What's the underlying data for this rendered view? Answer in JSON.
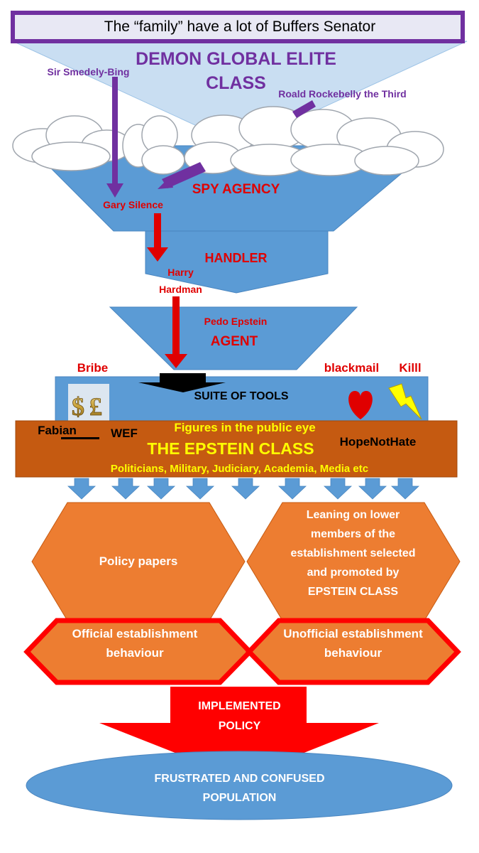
{
  "banner": {
    "text": "The “family” have a lot of Buffers Senator"
  },
  "elite": {
    "title": "DEMON GLOBAL ELITE CLASS",
    "person_left": "Sir Smedely-Bing",
    "person_right": "Roald Rockebelly the Third"
  },
  "spy": {
    "label": "SPY AGENCY",
    "person": "Gary Silence"
  },
  "handler": {
    "label": "HANDLER",
    "person": "Harry Hardman"
  },
  "agent": {
    "person": "Pedo Epstein",
    "label": "AGENT"
  },
  "tools": {
    "label": "SUITE OF TOOLS",
    "bribe": "Bribe",
    "blackmail": "blackmail",
    "kill": "Killl",
    "money_symbols": "$£"
  },
  "epstein_class": {
    "top": "Figures in the public eye",
    "title": "THE EPSTEIN CLASS",
    "members": "Politicians, Military, Judiciary, Academia, Media etc",
    "org_fabian": "Fabian",
    "org_wef": "WEF",
    "org_hnh": "HopeNotHate"
  },
  "channels": {
    "left_hex": "Policy papers",
    "right_hex": "Leaning on lower members of the establishment selected and promoted by EPSTEIN CLASS",
    "left_behaviour": "Official establishment behaviour",
    "right_behaviour": "Unofficial establishment behaviour"
  },
  "outcome": {
    "arrow_label": "IMPLEMENTED POLICY",
    "population": "FRUSTRATED AND CONFUSED POPULATION"
  },
  "colors": {
    "purple": "#7030A0",
    "funnel_blue": "#5B9BD5",
    "light_blue": "#C9DEF2",
    "brown": "#C55A11",
    "orange": "#ED7D31",
    "red": "#FF0000",
    "yellow": "#FFFF00"
  },
  "icons": [
    "money-icon",
    "heart-icon",
    "lightning-icon",
    "cloud-icon",
    "arrow-icon"
  ]
}
